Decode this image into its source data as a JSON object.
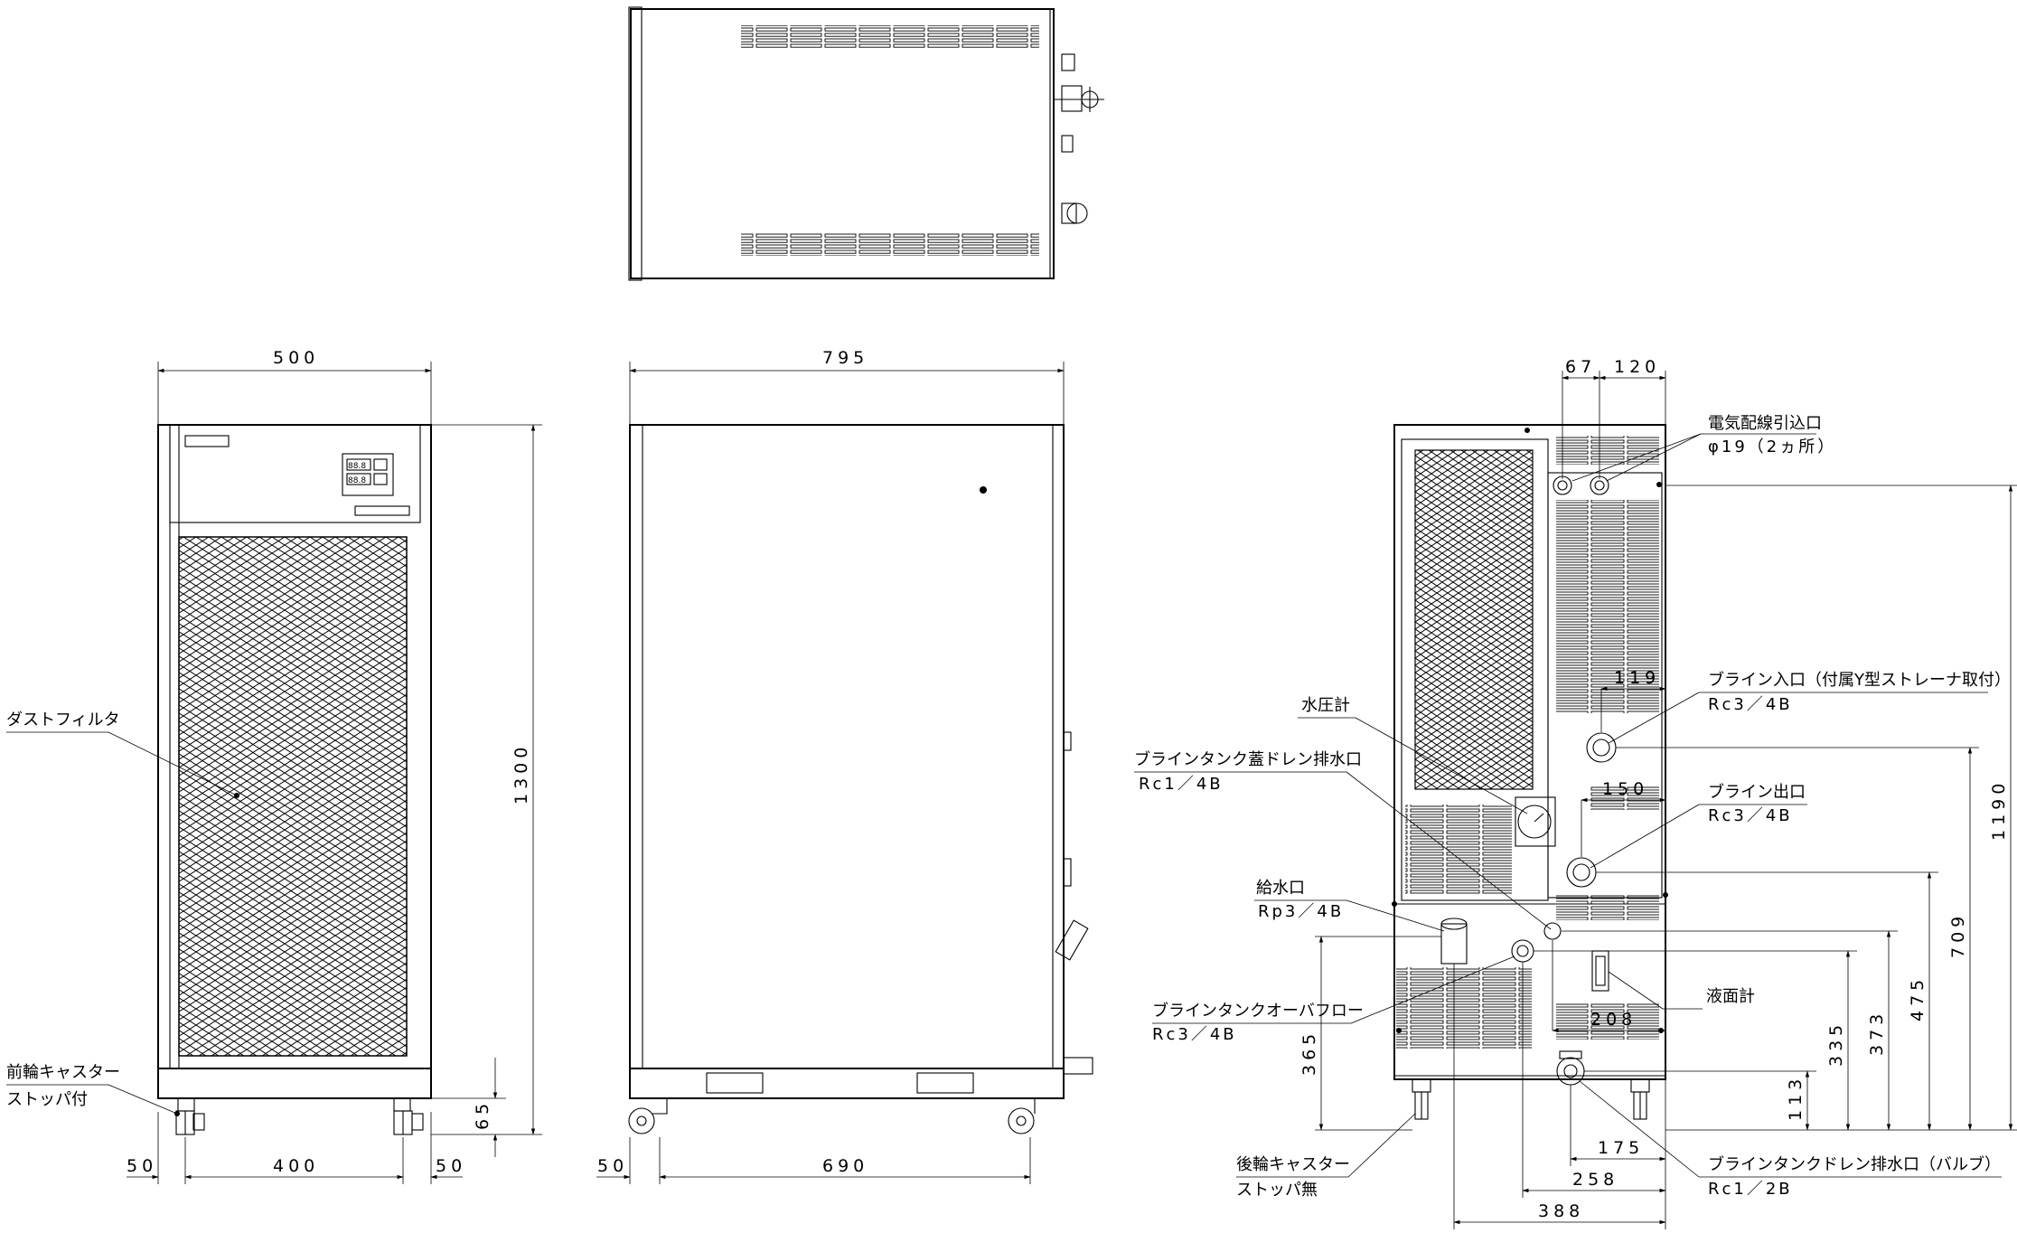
{
  "dimensions": {
    "width_front": "500",
    "length_side": "795",
    "height_total": "1300",
    "caster_height": "65",
    "front_caster_offset_left": "50",
    "front_caster_span": "400",
    "front_caster_offset_right": "50",
    "side_caster_offset": "50",
    "side_caster_span": "690",
    "rear_top_left": "67",
    "rear_top_right": "120",
    "rear_width_119": "119",
    "rear_width_150": "150",
    "rear_width_208": "208",
    "rear_width_175": "175",
    "rear_width_258": "258",
    "rear_width_388": "388",
    "rear_height_1190": "1190",
    "rear_height_709": "709",
    "rear_height_475": "475",
    "rear_height_373": "373",
    "rear_height_335": "335",
    "rear_height_365": "365",
    "rear_height_113": "113"
  },
  "labels": {
    "dust_filter": "ダストフィルタ",
    "front_caster_1": "前輪キャスター",
    "front_caster_2": "ストッパ付",
    "rear_caster_1": "後輪キャスター",
    "rear_caster_2": "ストッパ無",
    "electric_inlet": "電気配線引込口",
    "electric_inlet_spec": "φ19（2ヵ所）",
    "water_pressure_gauge": "水圧計",
    "tank_lid_drain": "ブラインタンク蓋ドレン排水口",
    "tank_lid_drain_spec": "Rc1／4B",
    "brine_inlet": "ブライン入口（付属Y型ストレーナ取付）",
    "brine_inlet_spec": "Rc3／4B",
    "brine_outlet": "ブライン出口",
    "brine_outlet_spec": "Rc3／4B",
    "water_supply": "給水口",
    "water_supply_spec": "Rp3／4B",
    "tank_overflow": "ブラインタンクオーバフロー",
    "tank_overflow_spec": "Rc3／4B",
    "level_gauge": "液面計",
    "tank_drain": "ブラインタンクドレン排水口（バルブ）",
    "tank_drain_spec": "Rc1／2B"
  },
  "panel": {
    "display_top": "88.8",
    "display_bottom": "88.8"
  },
  "colors": {
    "line": "#000000",
    "paper": "#ffffff"
  }
}
